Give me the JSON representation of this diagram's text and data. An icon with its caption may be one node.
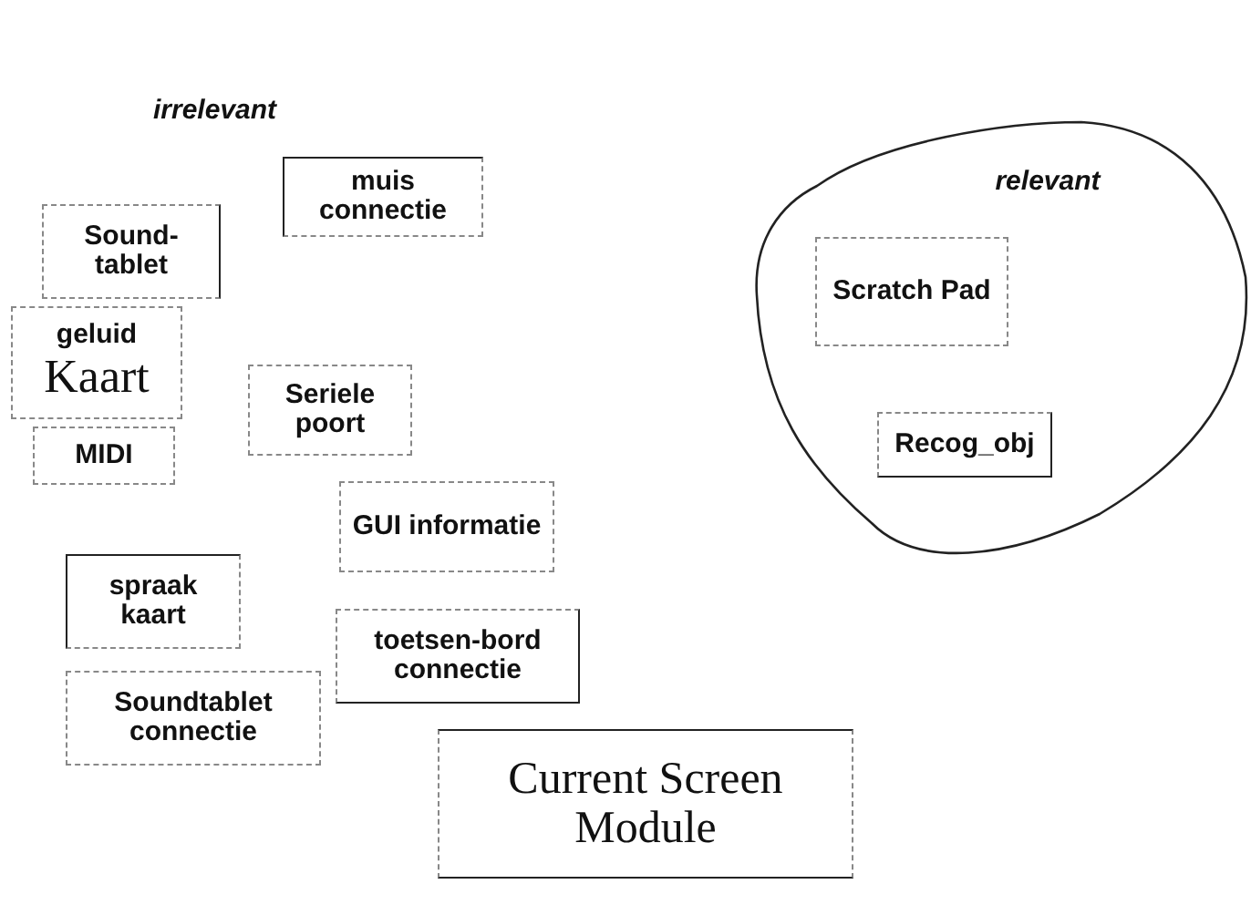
{
  "diagram": {
    "nodes": [
      {
        "text": [
          "muis connectie"
        ]
      },
      {
        "text": [
          "Sound-tablet"
        ]
      },
      {
        "text": [
          "geluid",
          "Kaart"
        ]
      },
      {
        "text": [
          "Seriele poort"
        ]
      },
      {
        "text": [
          "MIDI"
        ]
      },
      {
        "text": [
          "GUI informatie"
        ]
      },
      {
        "text": [
          "spraak kaart"
        ]
      },
      {
        "text": [
          "toetsen-bord connectie"
        ]
      },
      {
        "text": [
          "Soundtablet connectie"
        ]
      },
      {
        "text": [
          "Current Screen Module"
        ]
      },
      {
        "text": [
          "relevant"
        ]
      },
      {
        "text": [
          "Scratch Pad"
        ],
        "in": 10
      },
      {
        "text": [
          "Recog_obj"
        ],
        "in": 10
      }
    ],
    "labels": [
      "irrelevant"
    ]
  }
}
